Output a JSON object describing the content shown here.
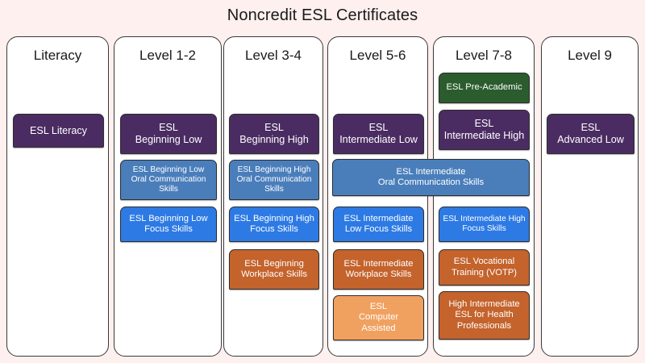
{
  "page": {
    "title": "Noncredit ESL Certificates",
    "background_color": "#fdf0ee"
  },
  "palette": {
    "purple": "#4a2c62",
    "steel_blue": "#4a7ebb",
    "bright_blue": "#2d7ae5",
    "dark_orange": "#c4632c",
    "light_orange": "#f0a160",
    "dark_green": "#2b5c2e",
    "card_background": "#ffffff",
    "card_border": "#3a3a3a"
  },
  "columns": [
    {
      "id": "literacy",
      "title": "Literacy",
      "boxes": [
        {
          "label": "ESL Literacy",
          "color": "purple",
          "size": "lg"
        }
      ]
    },
    {
      "id": "level-1-2",
      "title": "Level 1-2",
      "boxes": [
        {
          "label": "ESL\nBeginning Low",
          "color": "purple",
          "size": "lg"
        },
        {
          "label": "ESL Beginning Low\nOral Communication\nSkills",
          "color": "steel_blue",
          "size": "sm"
        },
        {
          "label": "ESL Beginning Low\nFocus Skills",
          "color": "bright_blue",
          "size": "md"
        }
      ]
    },
    {
      "id": "level-3-4",
      "title": "Level 3-4",
      "boxes": [
        {
          "label": "ESL\nBeginning High",
          "color": "purple",
          "size": "lg"
        },
        {
          "label": "ESL Beginning High\nOral Communication\nSkills",
          "color": "steel_blue",
          "size": "sm"
        },
        {
          "label": "ESL Beginning High\nFocus Skills",
          "color": "bright_blue",
          "size": "md"
        },
        {
          "label": "ESL Beginning\nWorkplace Skills",
          "color": "dark_orange",
          "size": "md"
        }
      ]
    },
    {
      "id": "level-5-6",
      "title": "Level 5-6",
      "boxes": [
        {
          "label": "ESL\nIntermediate Low",
          "color": "purple",
          "size": "lg"
        },
        {
          "label": "ESL Intermediate\nLow Focus Skills",
          "color": "bright_blue",
          "size": "md"
        },
        {
          "label": "ESL Intermediate\nWorkplace Skills",
          "color": "dark_orange",
          "size": "md"
        },
        {
          "label": "ESL\nComputer\nAssisted",
          "color": "light_orange",
          "size": "md"
        }
      ]
    },
    {
      "id": "level-7-8",
      "title": "Level 7-8",
      "boxes": [
        {
          "label": "ESL Pre-Academic",
          "color": "dark_green",
          "size": "md"
        },
        {
          "label": "ESL\nIntermediate High",
          "color": "purple",
          "size": "lg"
        },
        {
          "label": "ESL Intermediate High\nFocus Skills",
          "color": "bright_blue",
          "size": "sm"
        },
        {
          "label": "ESL Vocational\nTraining (VOTP)",
          "color": "dark_orange",
          "size": "md"
        },
        {
          "label": "High Intermediate\nESL for Health\nProfessionals",
          "color": "dark_orange",
          "size": "md"
        }
      ]
    },
    {
      "id": "level-9",
      "title": "Level 9",
      "boxes": [
        {
          "label": "ESL\nAdvanced Low",
          "color": "purple",
          "size": "lg"
        }
      ]
    }
  ],
  "spanning_box": {
    "label": "ESL Intermediate\nOral Communication Skills",
    "color": "steel_blue",
    "spans": [
      "level-5-6",
      "level-7-8"
    ]
  }
}
